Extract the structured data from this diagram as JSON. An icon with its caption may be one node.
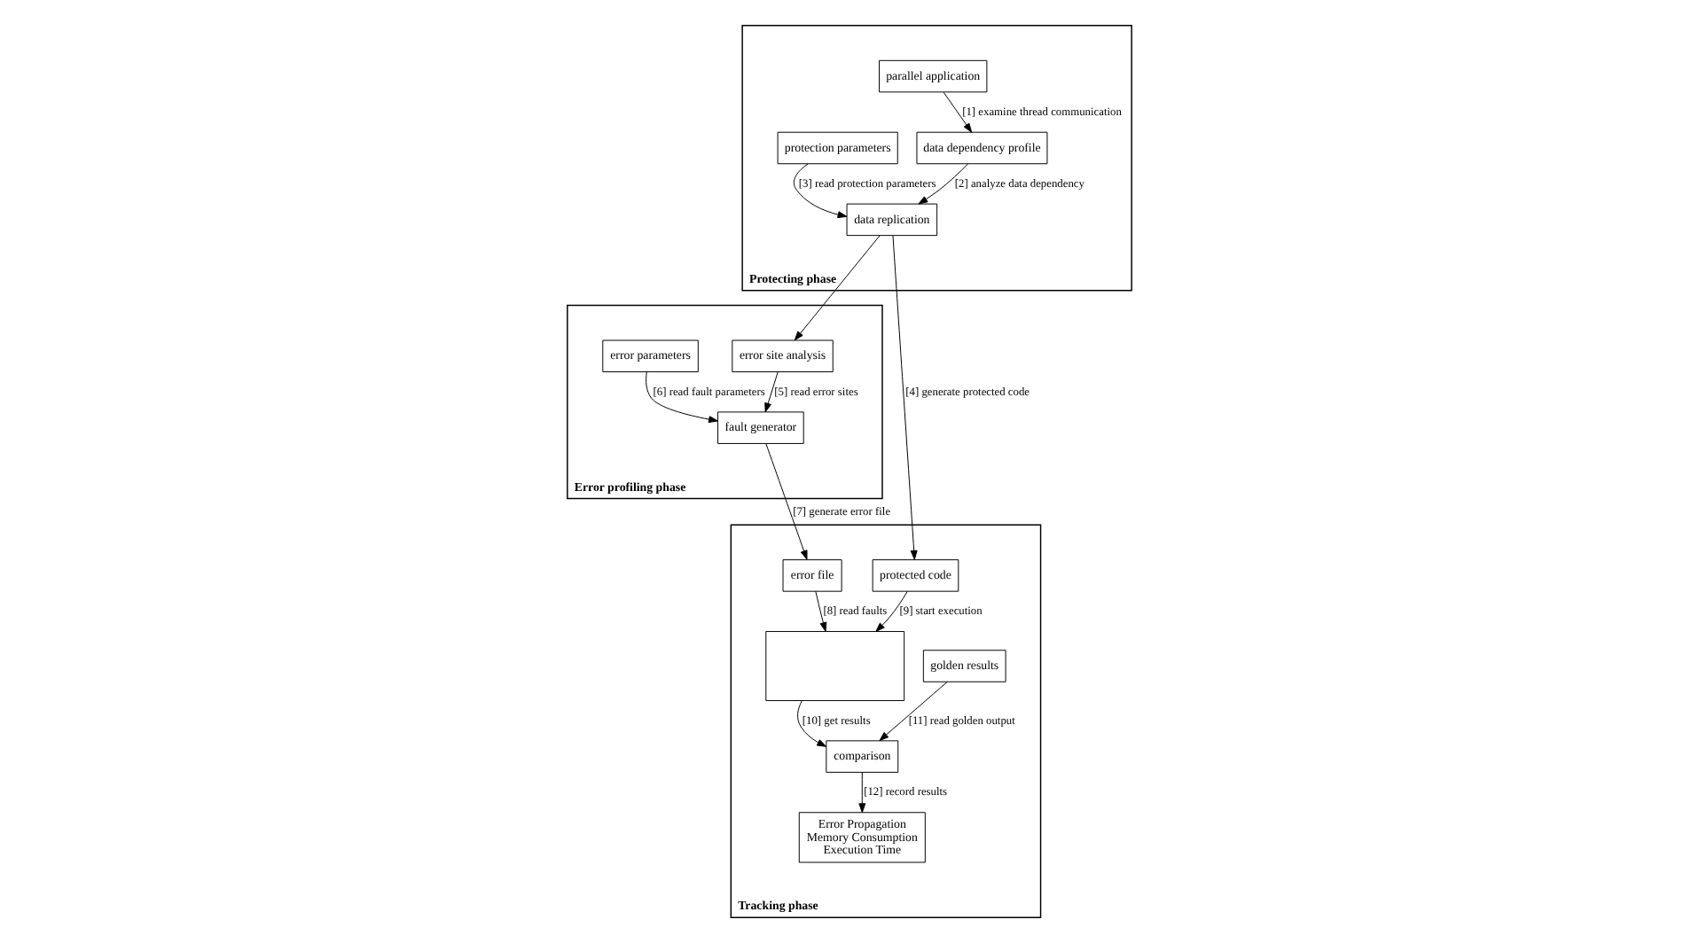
{
  "diagram": {
    "nodes": [
      {
        "text": [
          "Protecting phase"
        ]
      },
      {
        "text": [
          "parallel application"
        ],
        "in": 0
      },
      {
        "text": [
          "data dependency profile"
        ],
        "in": 0
      },
      {
        "text": [
          "protection parameters"
        ],
        "in": 0
      },
      {
        "text": [
          "data replication"
        ],
        "in": 0
      },
      {
        "text": [
          "Error profiling phase"
        ]
      },
      {
        "text": [
          "error site analysis"
        ],
        "in": 5
      },
      {
        "text": [
          "error parameters"
        ],
        "in": 5
      },
      {
        "text": [
          "fault generator"
        ],
        "in": 5
      },
      {
        "text": [
          "Tracking phase"
        ]
      },
      {
        "text": [
          "Error Propagation",
          "Memory Consumption",
          "Execution Time"
        ],
        "in": 9
      },
      {
        "text": [
          "comparison"
        ],
        "in": 9
      },
      {
        "text": [
          "golden results"
        ],
        "in": 9
      },
      {
        "text": [
          "protected code"
        ],
        "in": 9
      },
      {
        "text": [
          "error file"
        ],
        "in": 9
      },
      {
        "text": [],
        "shape": "box",
        "in": 9
      }
    ],
    "edges": [
      {
        "from": 1,
        "to": 2,
        "arrow": "to",
        "label": "[1] examine thread communication"
      },
      {
        "from": 2,
        "to": 4,
        "arrow": "to",
        "label": "[2] analyze data dependency"
      },
      {
        "from": 3,
        "to": 4,
        "arrow": "to",
        "label": "[3] read protection parameters"
      },
      {
        "from": 4,
        "to": 6,
        "arrow": "to"
      },
      {
        "from": 4,
        "to": 13,
        "arrow": "to",
        "label": "[4] generate protected code"
      },
      {
        "from": 6,
        "to": 8,
        "arrow": "to",
        "label": "[5] read error sites"
      },
      {
        "from": 7,
        "to": 8,
        "arrow": "to",
        "label": "[6] read fault parameters"
      },
      {
        "from": 8,
        "to": 14,
        "arrow": "to",
        "label": "[7] generate error file"
      },
      {
        "from": 14,
        "to": 15,
        "arrow": "to",
        "label": "[8] read faults"
      },
      {
        "from": 13,
        "to": 15,
        "arrow": "to",
        "label": "[9] start execution"
      },
      {
        "from": 15,
        "to": 11,
        "arrow": "to",
        "label": "[10] get results"
      },
      {
        "from": 12,
        "to": 11,
        "arrow": "to",
        "label": "[11] read golden output"
      },
      {
        "from": 11,
        "to": 10,
        "arrow": "to",
        "label": "[12] record results"
      }
    ]
  }
}
